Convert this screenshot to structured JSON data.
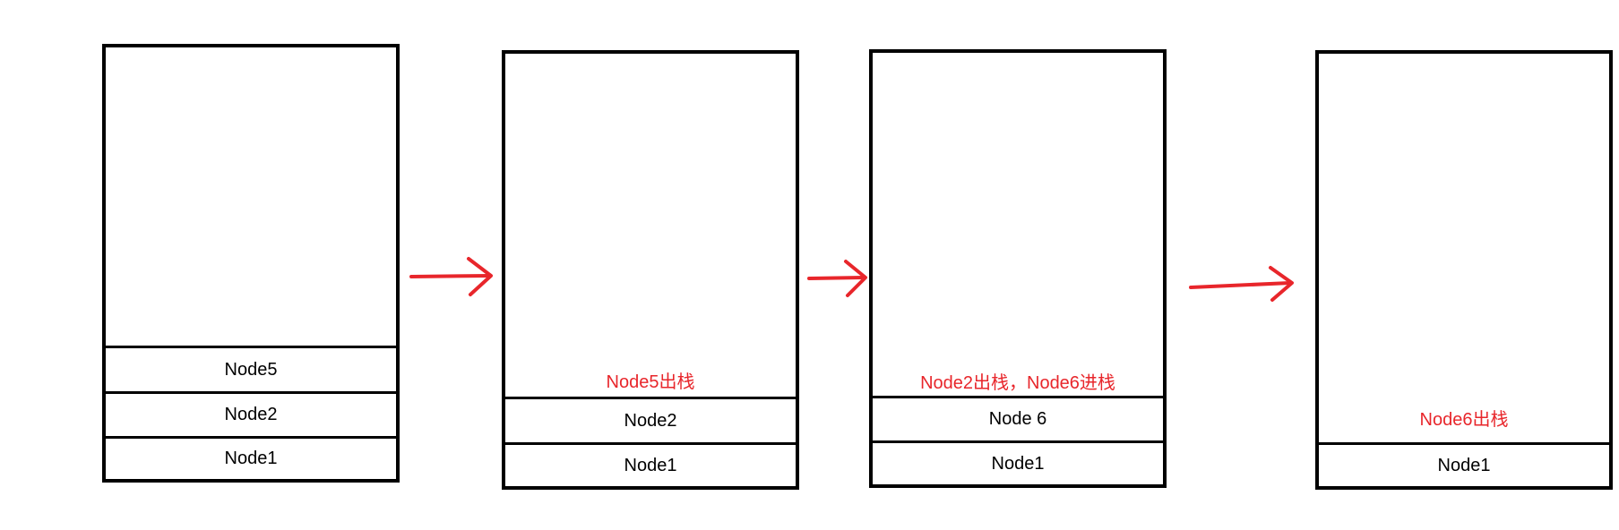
{
  "colors": {
    "accent": "#e8262b",
    "stroke": "#000000"
  },
  "stacks": [
    {
      "items": [
        "Node5",
        "Node2",
        "Node1"
      ],
      "note": ""
    },
    {
      "items": [
        "Node2",
        "Node1"
      ],
      "note": "Node5出栈"
    },
    {
      "items": [
        "Node 6",
        "Node1"
      ],
      "note": "Node2出栈，Node6进栈"
    },
    {
      "items": [
        "Node1"
      ],
      "note": "Node6出栈"
    }
  ],
  "arrows": [
    "arrow-right-icon",
    "arrow-right-icon",
    "arrow-right-icon"
  ]
}
